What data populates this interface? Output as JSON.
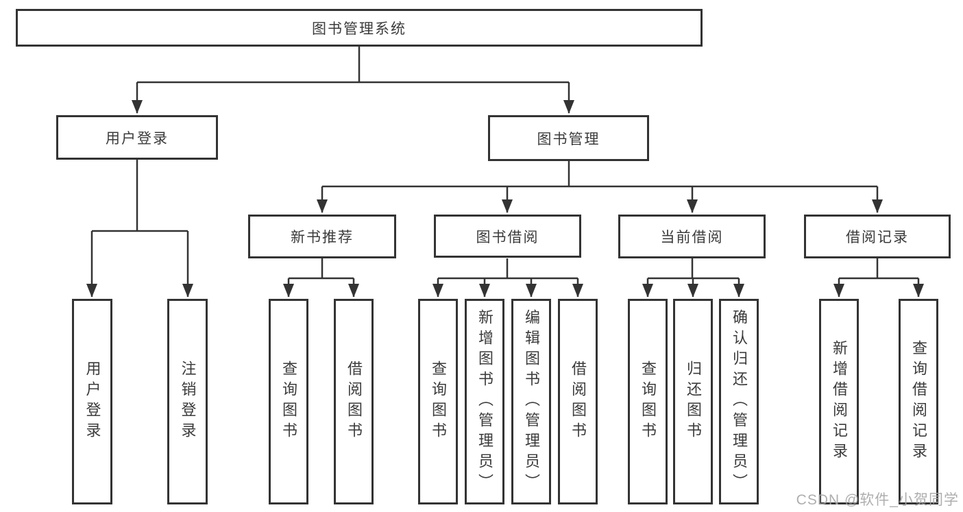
{
  "tree": {
    "root": "图书管理系统",
    "children": [
      {
        "label": "用户登录",
        "children": [
          "用户登录",
          "注销登录"
        ]
      },
      {
        "label": "图书管理",
        "children": [
          {
            "label": "新书推荐",
            "children": [
              "查询图书",
              "借阅图书"
            ]
          },
          {
            "label": "图书借阅",
            "children": [
              "查询图书",
              "新增图书（管理员）",
              "编辑图书（管理员）",
              "借阅图书"
            ]
          },
          {
            "label": "当前借阅",
            "children": [
              "查询图书",
              "归还图书",
              "确认归还（管理员）"
            ]
          },
          {
            "label": "借阅记录",
            "children": [
              "新增借阅记录",
              "查询借阅记录"
            ]
          }
        ]
      }
    ]
  },
  "watermark": "CSDN @软件_小贺同学",
  "colors": {
    "line": "#333333",
    "text": "#3b3b3b",
    "bg": "#ffffff",
    "watermark": "#a6a6a6"
  }
}
